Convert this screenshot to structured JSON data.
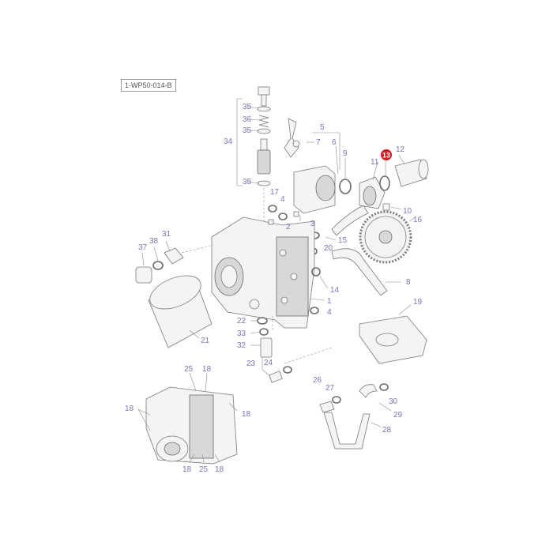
{
  "diagram": {
    "reference_code": "1-WP50-014-B",
    "highlight_color": "#cc1e24",
    "label_color": "#7878b8",
    "callouts": {
      "c35a": "35",
      "c36": "36",
      "c35b": "35",
      "c34": "34",
      "c35c": "35",
      "c5": "5",
      "c7": "7",
      "c6": "6",
      "c9": "9",
      "c13": "13",
      "c12": "12",
      "c11": "11",
      "c17": "17",
      "c4a": "4",
      "c2": "2",
      "c3": "3",
      "c15": "15",
      "c10": "10",
      "c16": "16",
      "c31": "31",
      "c38": "38",
      "c37": "37",
      "c20": "20",
      "c14": "14",
      "c8": "8",
      "c1": "1",
      "c4b": "4",
      "c19": "19",
      "c22": "22",
      "c33": "33",
      "c32": "32",
      "c21": "21",
      "c23": "23",
      "c24": "24",
      "c26": "26",
      "c27": "27",
      "c30": "30",
      "c29": "29",
      "c28": "28",
      "c25a": "25",
      "c18a": "18",
      "c18b": "18",
      "c18c": "18",
      "c18d": "18",
      "c25b": "25",
      "c18e": "18"
    }
  }
}
